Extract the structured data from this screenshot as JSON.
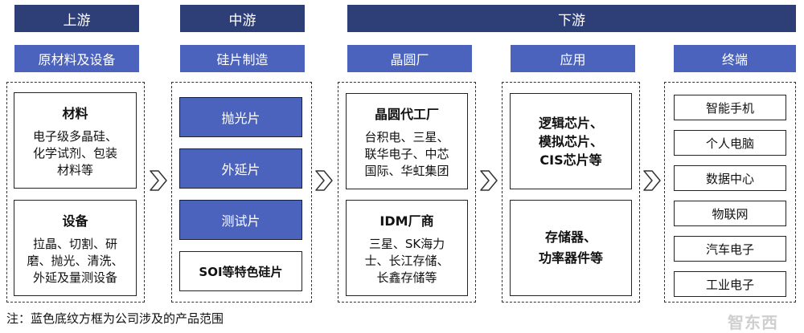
{
  "headers": {
    "upstream": "上游",
    "midstream": "中游",
    "downstream": "下游"
  },
  "subheaders": {
    "materials_equipment": "原材料及设备",
    "wafer_manufacturing": "硅片制造",
    "fab": "晶圆厂",
    "application": "应用",
    "terminal": "终端"
  },
  "upstream": {
    "materials": {
      "title": "材料",
      "body": "电子级多晶硅、\n化学试剂、包装\n材料等"
    },
    "equipment": {
      "title": "设备",
      "body": "拉晶、切割、研\n磨、抛光、清洗、\n外延及量测设备"
    }
  },
  "midstream": {
    "products": [
      "抛光片",
      "外延片",
      "测试片"
    ],
    "soi": "SOI等特色硅片"
  },
  "fab": {
    "foundry": {
      "title": "晶圆代工厂",
      "body": "台积电、三星、\n联华电子、中芯\n国际、华虹集团"
    },
    "idm": {
      "title": "IDM厂商",
      "body": "三星、SK海力\n士、长江存储、\n长鑫存储等"
    }
  },
  "application": {
    "logic": "逻辑芯片、\n模拟芯片、\nCIS芯片等",
    "storage": "存储器、\n功率器件等"
  },
  "terminals": [
    "智能手机",
    "个人电脑",
    "数据中心",
    "物联网",
    "汽车电子",
    "工业电子"
  ],
  "footnote": "注：蓝色底纹方框为公司涉及的产品范围",
  "watermark": "智东西",
  "colors": {
    "header_dark": "#2e3f78",
    "header_light": "#4b63bd",
    "highlight": "#4b63bd"
  }
}
